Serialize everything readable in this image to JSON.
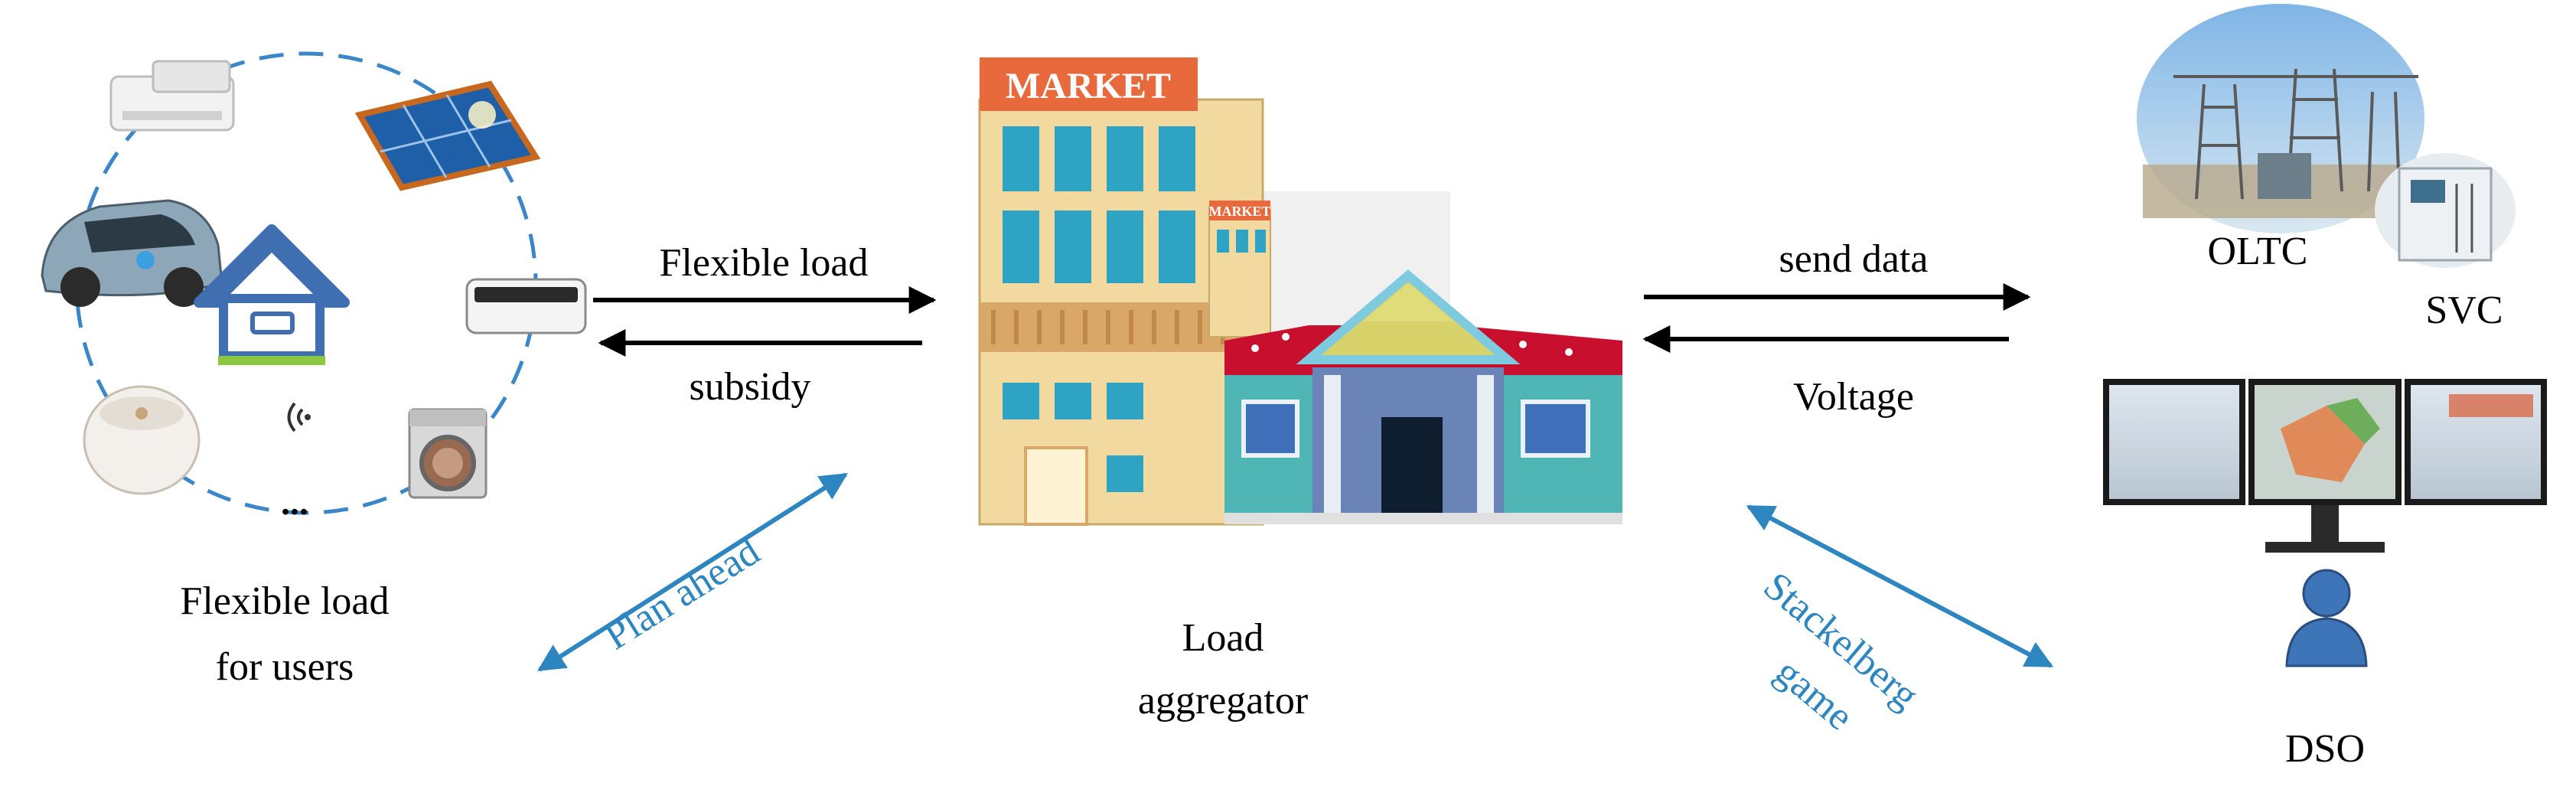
{
  "users": {
    "caption_line1": "Flexible load",
    "caption_line2": "for users",
    "ellipsis": "..."
  },
  "aggregator": {
    "market_sign": "MARKET",
    "market_sign_small": "MARKET",
    "caption_line1": "Load",
    "caption_line2": "aggregator"
  },
  "dso": {
    "oltc_label": "OLTC",
    "svc_label": "SVC",
    "caption": "DSO"
  },
  "links": {
    "flexible_load": "Flexible load",
    "subsidy": "subsidy",
    "send_data": "send data",
    "voltage": "Voltage",
    "plan_ahead": "Plan ahead",
    "stackelberg_line1": "Stackelberg",
    "stackelberg_line2": "game"
  },
  "colors": {
    "blue_text": "#2E86C1",
    "arrow_black": "#000000",
    "dashed_circle": "#3A86C8"
  }
}
